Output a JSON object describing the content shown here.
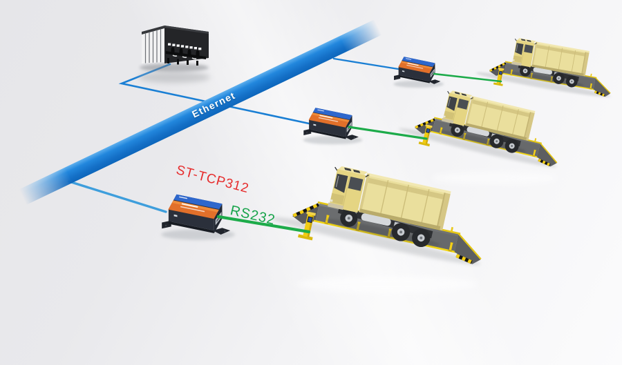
{
  "labels": {
    "ethernet_backbone": "Ethernet",
    "device_model": "ST-TCP312",
    "serial_link": "RS232"
  },
  "colors": {
    "ethernet_band": "#1478cf",
    "ethernet_band_highlight": "#5fb0ee",
    "ethernet_cable": "#1a7fd4",
    "ethernet_drop_cable": "#3e9edc",
    "rs232_cable": "#1dab4a",
    "model_label_red": "#e62b2b",
    "rs232_label_green": "#18a44b",
    "device_body": "#2b303b",
    "device_label_orange": "#e2702a",
    "device_top_strip_blue": "#2e67cc",
    "weighbridge_deck_gray": "#6b6d6f",
    "hazard_yellow": "#f2cd13",
    "truck_body_yellow": "#e6d584",
    "background_gray": "#e9e9ec"
  },
  "components": {
    "control_room": "control-room",
    "device_servers": [
      "serial-device-server-1",
      "serial-device-server-2",
      "serial-device-server-3"
    ],
    "weighbridge_stations": [
      "weighbridge-station-1",
      "weighbridge-station-2",
      "weighbridge-station-3"
    ]
  }
}
